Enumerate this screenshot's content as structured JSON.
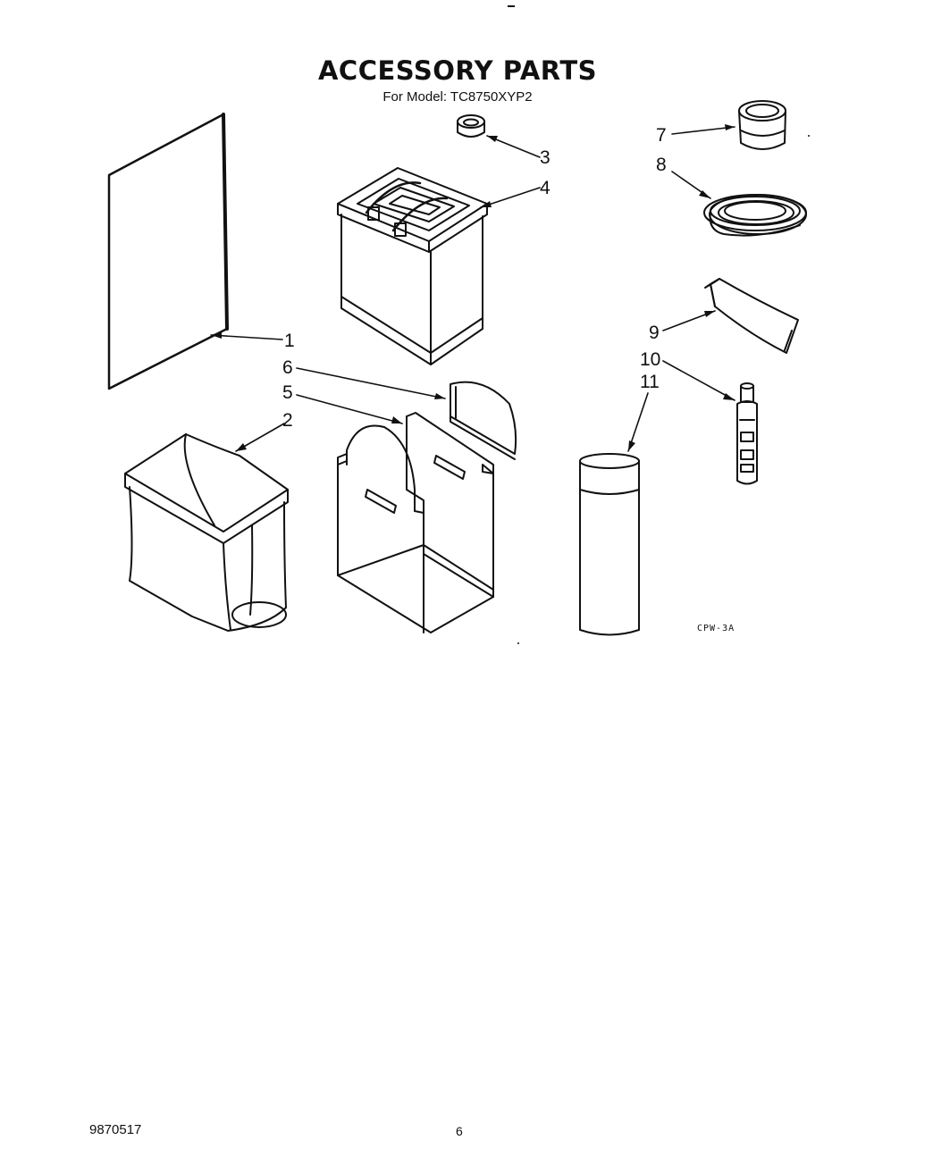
{
  "header": {
    "title": "ACCESSORY PARTS",
    "subtitle": "For Model: TC8750XYP2"
  },
  "callouts": [
    "1",
    "2",
    "3",
    "4",
    "5",
    "6",
    "7",
    "8",
    "9",
    "10",
    "11"
  ],
  "drawing_code": "CPW-3A",
  "footer": {
    "doc_number": "9870517",
    "page_number": "6"
  }
}
